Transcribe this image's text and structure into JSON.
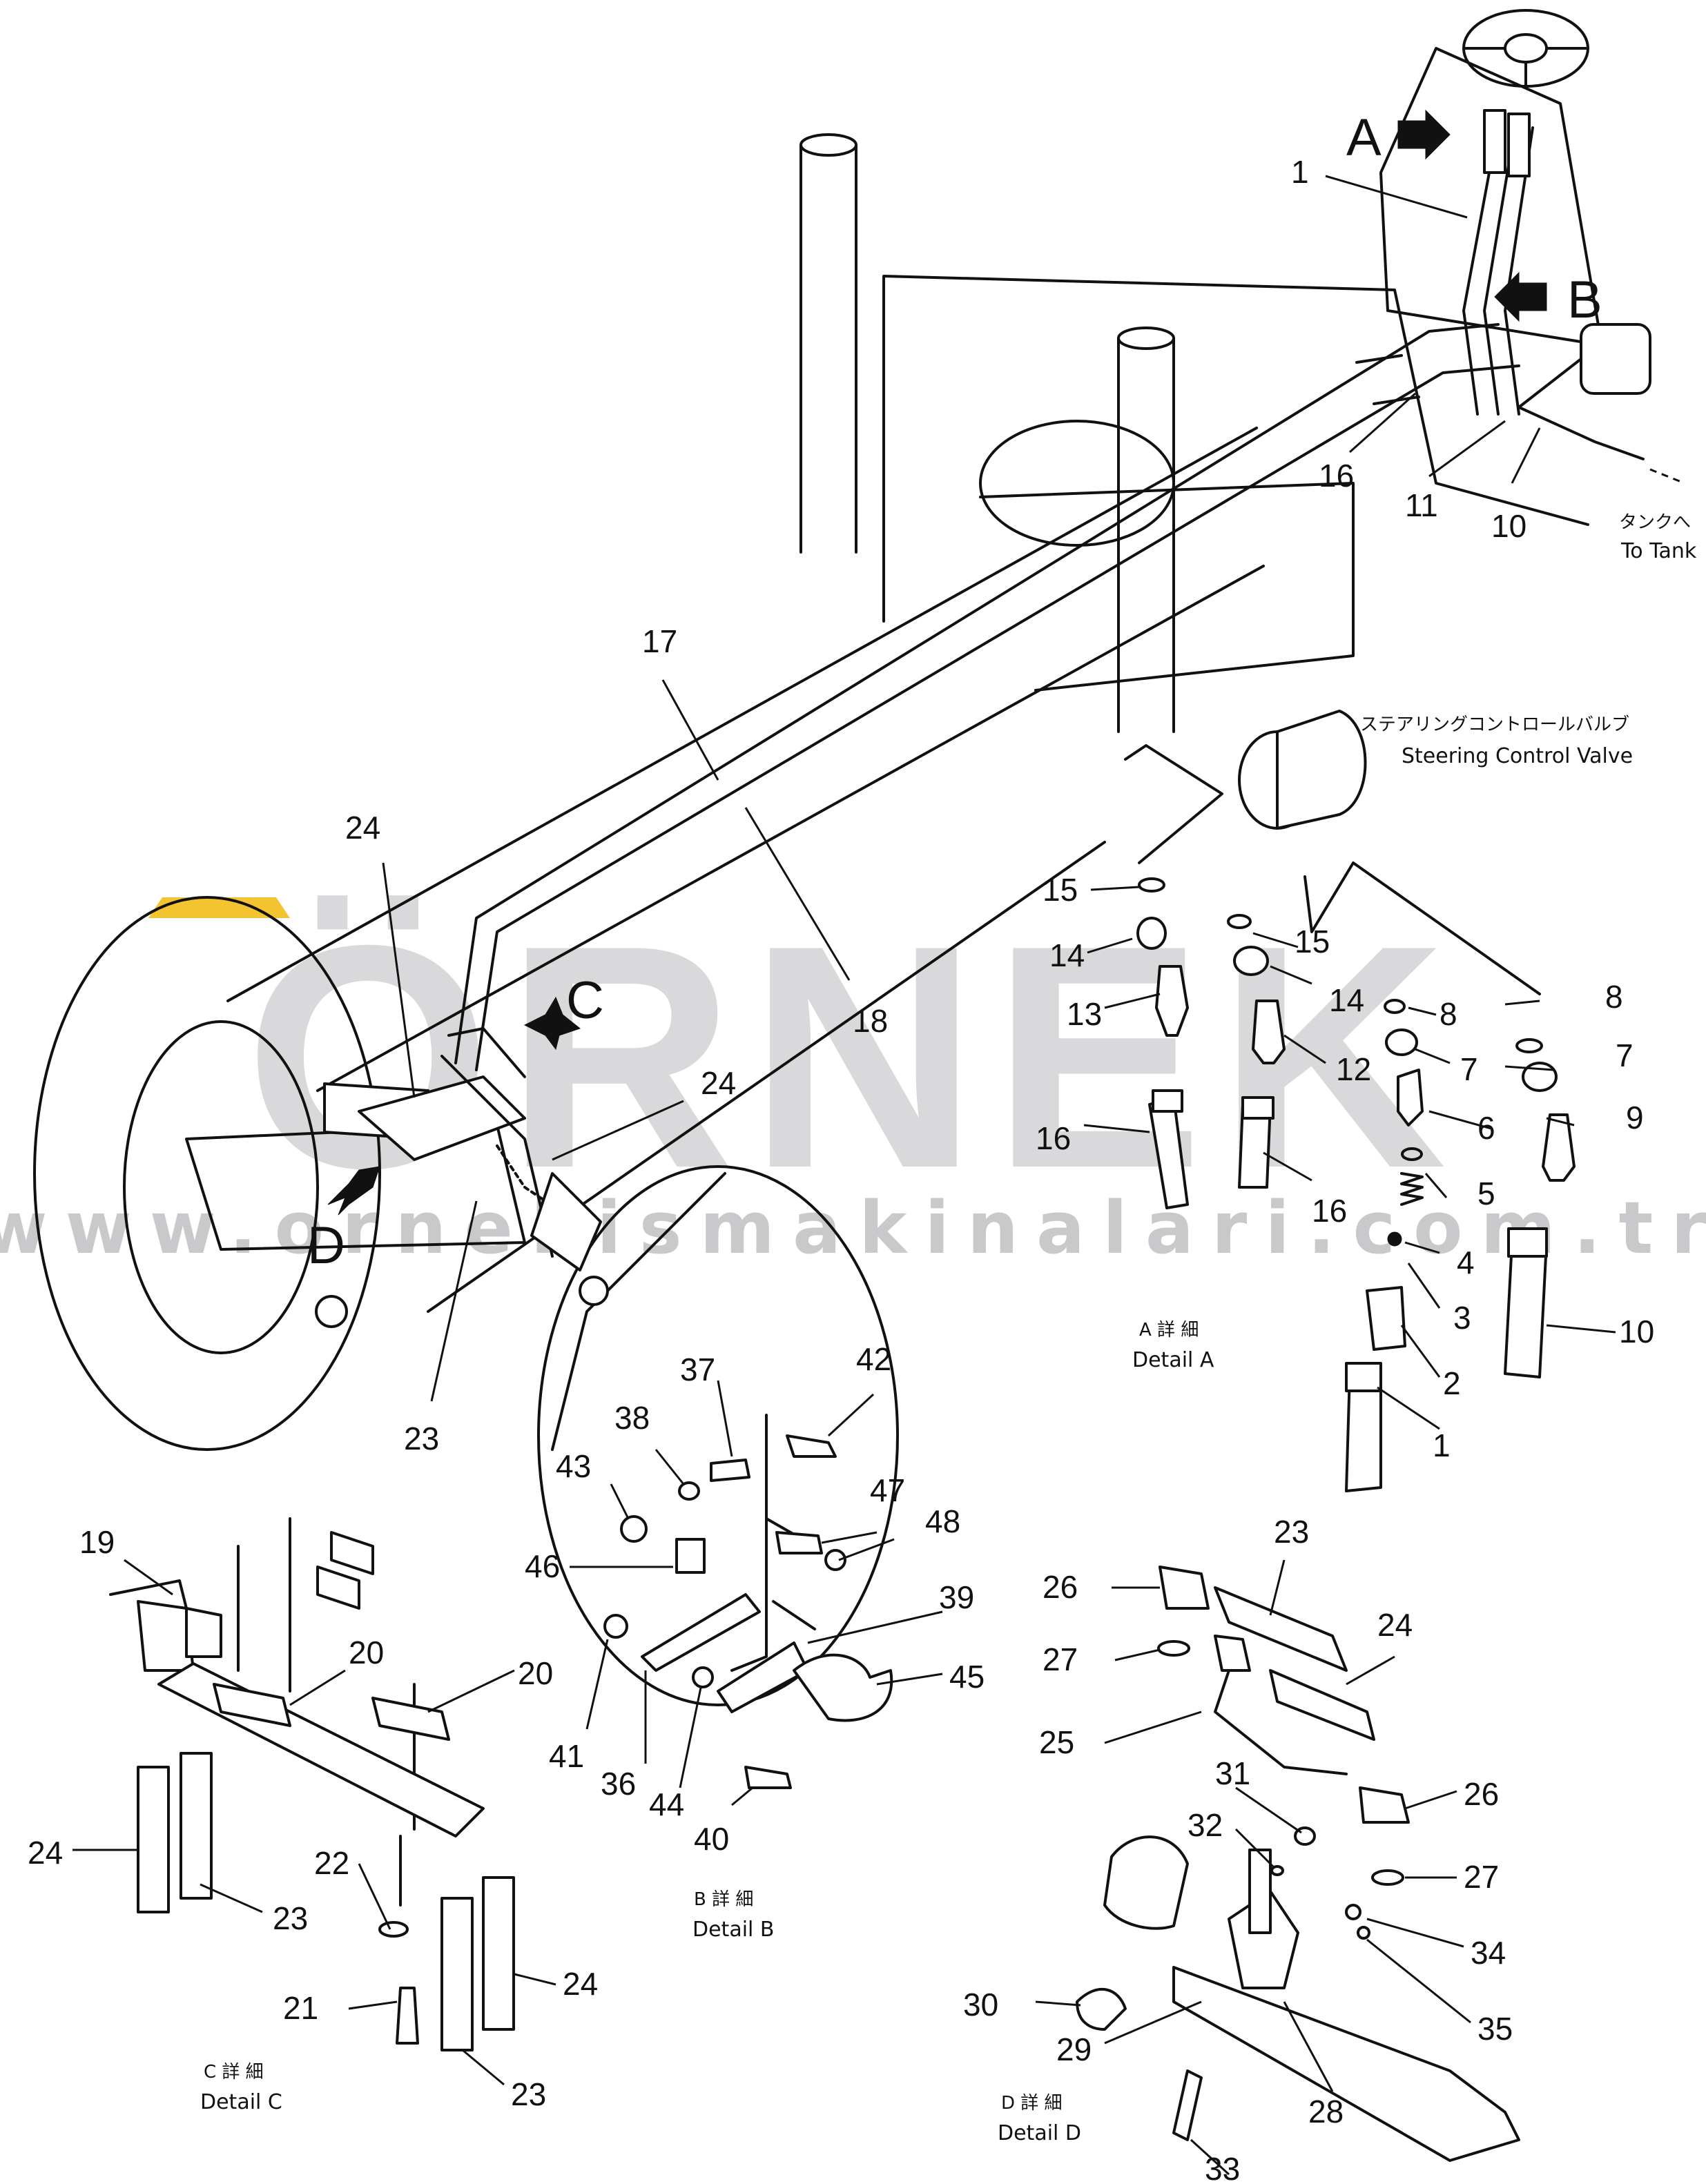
{
  "watermark": {
    "brand": "ÖRNEK",
    "url": "www.ornekismakinalari.com.tr",
    "colors": {
      "letters": "#d9d9db",
      "accent": "#f4c430"
    }
  },
  "detail_letters": [
    "A",
    "B",
    "C",
    "D"
  ],
  "part_numbers": [
    "1",
    "2",
    "3",
    "4",
    "5",
    "6",
    "7",
    "8",
    "9",
    "10",
    "11",
    "12",
    "13",
    "14",
    "15",
    "16",
    "17",
    "18",
    "19",
    "20",
    "21",
    "22",
    "23",
    "24",
    "25",
    "26",
    "27",
    "28",
    "29",
    "30",
    "31",
    "32",
    "33",
    "34",
    "35",
    "36",
    "37",
    "38",
    "39",
    "40",
    "41",
    "42",
    "43",
    "44",
    "45",
    "46",
    "47",
    "48"
  ],
  "captions": {
    "to_tank_jp": "タンクへ",
    "to_tank_en": "To Tank",
    "scv_jp": "ステアリングコントロールバルブ",
    "scv_en": "Steering Control Valve",
    "detail_a_jp": "A 詳 細",
    "detail_a_en": "Detail A",
    "detail_b_jp": "B 詳 細",
    "detail_b_en": "Detail B",
    "detail_c_jp": "C 詳 細",
    "detail_c_en": "Detail C",
    "detail_d_jp": "D 詳 細",
    "detail_d_en": "Detail D"
  }
}
